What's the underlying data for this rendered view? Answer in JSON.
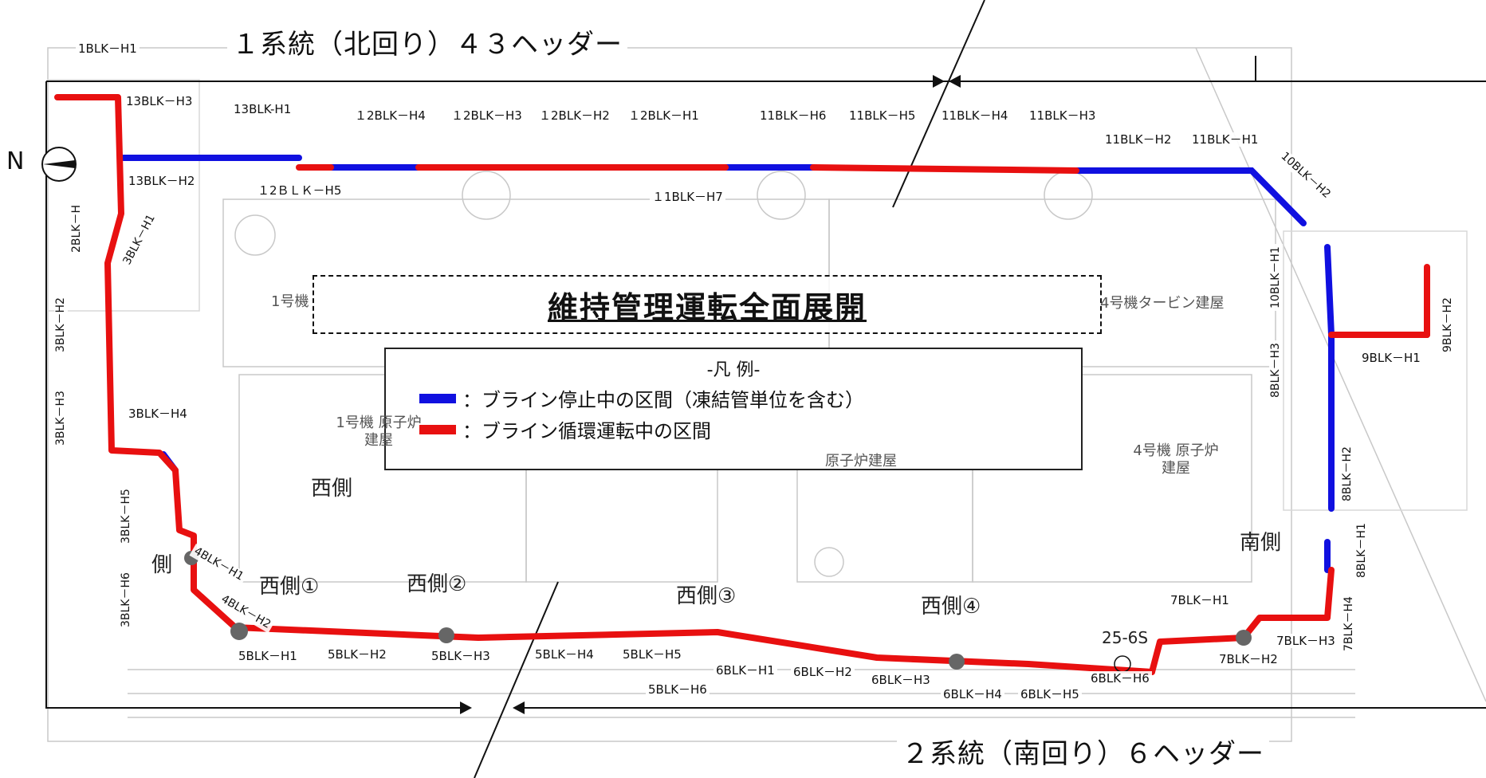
{
  "headers": {
    "north_route": "１系統（北回り）４３ヘッダー",
    "south_route": "２系統（南回り）６ヘッダー"
  },
  "title": "維持管理運転全面展開",
  "legend": {
    "heading": "-凡 例-",
    "stopped": "：ブライン停止中の区間（凍結管単位を含む）",
    "running": "：ブライン循環運転中の区間",
    "stopped_color": "#1010e0",
    "running_color": "#e81010"
  },
  "compass": "N",
  "sides": {
    "west": "西側",
    "west1": "西側①",
    "west2": "西側②",
    "west3": "西側③",
    "west4": "西側④",
    "south": "南側",
    "west_left": "側"
  },
  "buildings": {
    "u1": "1号機",
    "u1_reactor": "1号機 原子炉建屋",
    "u4_reactor": "4号機 原子炉建屋",
    "u4_turbine": "4号機タービン建屋",
    "reactor": "原子炉建屋"
  },
  "marker": "25-6S",
  "labels_h": {
    "b1h1": "1BLK－H1",
    "b13h3": "13BLK－H3",
    "b13h1": "13BLK-H1",
    "b13h2": "13BLK－H2",
    "b12h4": "１2BLK－H4",
    "b12h3": "１2BLK－H3",
    "b12h2": "１2BLK－H2",
    "b12h1": "１2BLK－H1",
    "b12h5": "１2ＢＬＫ－H5",
    "b11h6": "11BLK－H6",
    "b11h5": "11BLK－H5",
    "b11h4": "11BLK－H4",
    "b11h3": "11BLK－H3",
    "b11h2": "11BLK－H2",
    "b11h1": "11BLK－H1",
    "b11h7": "１1BLK－H7",
    "b3h4": "3BLK－H4",
    "b9h1": "9BLK－H1",
    "b5h1": "5BLK－H1",
    "b5h2": "5BLK－H2",
    "b5h3": "5BLK－H3",
    "b5h4": "5BLK－H4",
    "b5h5": "5BLK－H5",
    "b5h6": "5BLK－H6",
    "b6h1": "6BLK－H1",
    "b6h2": "6BLK－H2",
    "b6h3": "6BLK－H3",
    "b6h4": "6BLK－H4",
    "b6h5": "6BLK－H5",
    "b6h6": "6BLK－H6",
    "b7h1": "7BLK－H1",
    "b7h2": "7BLK－H2",
    "b7h3": "7BLK－H3"
  },
  "labels_v": {
    "b2h": "2BLK－H",
    "b3h2": "3BLK－H2",
    "b3h3": "3BLK－H3",
    "b3h5": "3BLK－H5",
    "b3h6": "3BLK－H6",
    "b10h1": "10BLK－H1",
    "b8h3": "8BLK－H3",
    "b8h2": "8BLK－H2",
    "b8h1": "8BLK－H1",
    "b7h4": "7BLK－H4",
    "b9h2": "9BLK－H2"
  },
  "labels_r": {
    "b3h1": "3BLK－H1",
    "b10h2": "10BLK－H2",
    "b4h1": "4BLK－H1",
    "b4h2": "4BLK－H2"
  }
}
